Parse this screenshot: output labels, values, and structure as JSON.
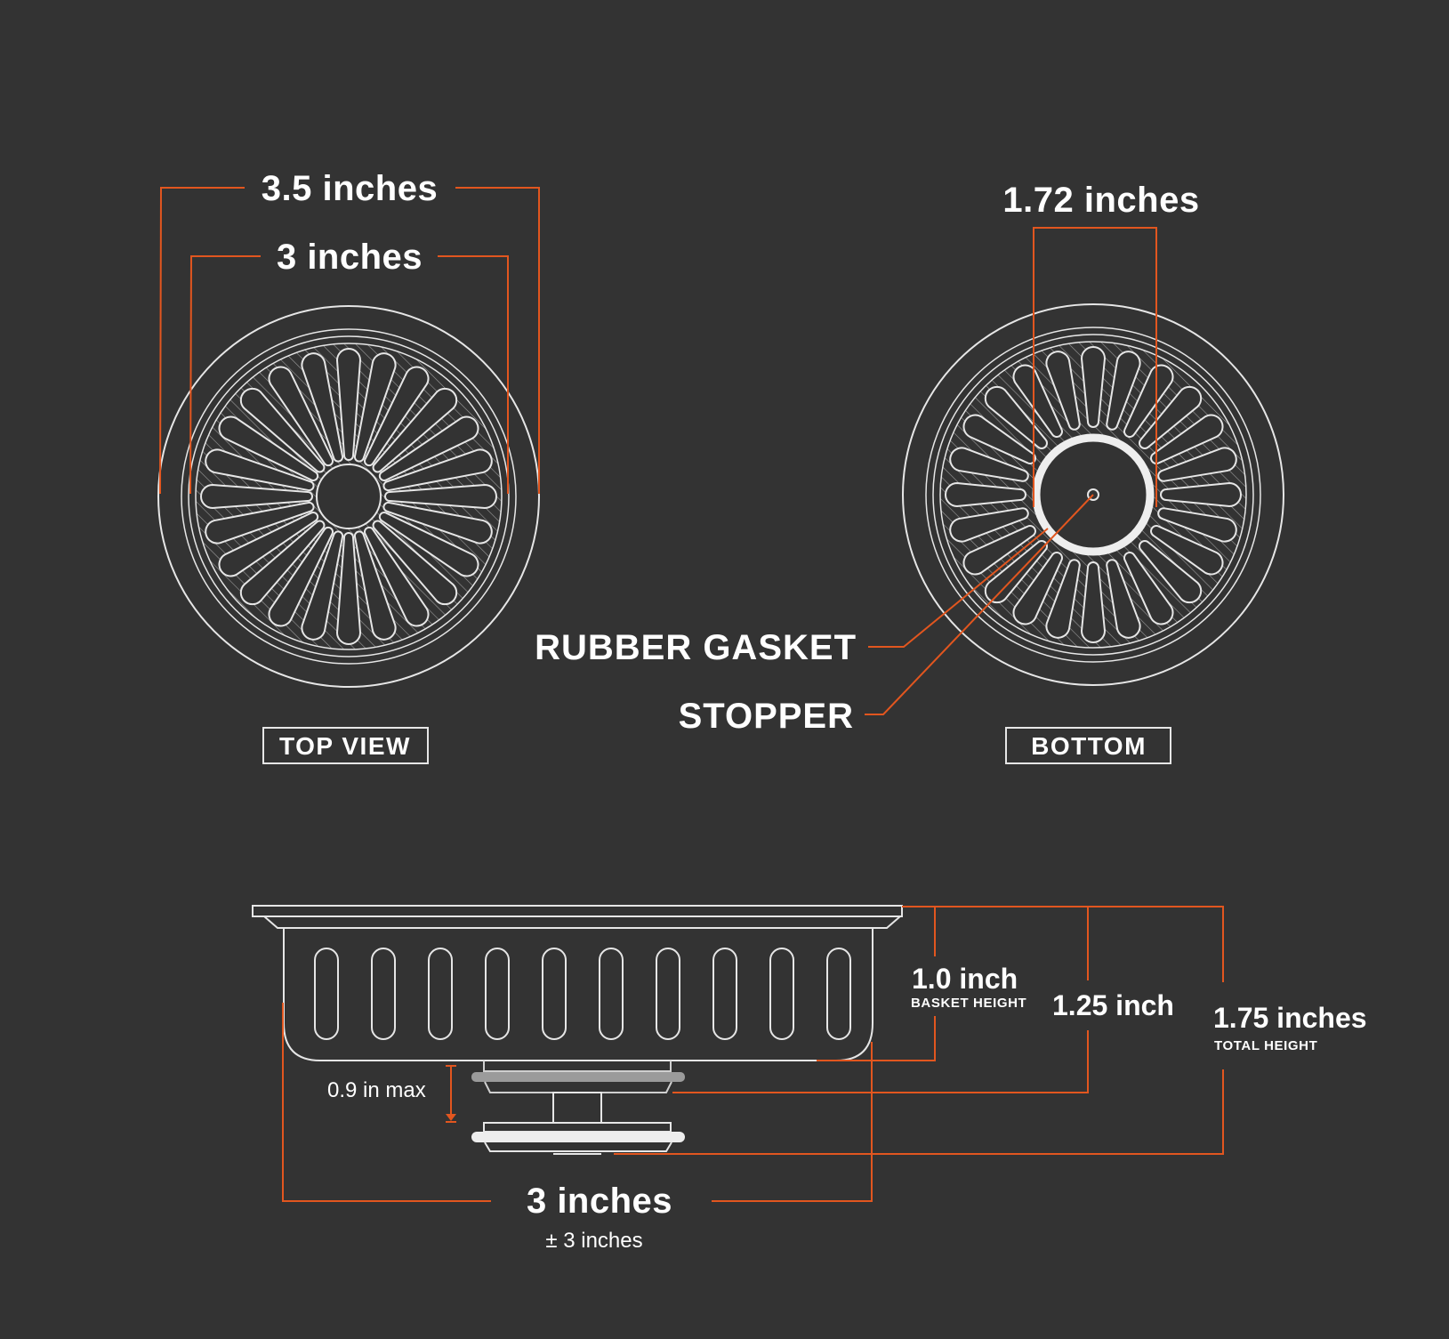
{
  "top_view": {
    "outer_dim_label": "3.5 inches",
    "inner_dim_label": "3 inches",
    "caption": "TOP VIEW"
  },
  "bottom_view": {
    "dim_label": "1.72 inches",
    "caption": "BOTTOM",
    "callouts": {
      "gasket": "RUBBER GASKET",
      "stopper": "STOPPER"
    }
  },
  "side_view": {
    "basket_height": "1.0 inch",
    "basket_height_caption": "BASKET HEIGHT",
    "mid_height": "1.25 inch",
    "total_height": "1.75 inches",
    "total_height_caption": "TOTAL HEIGHT",
    "travel_label": "0.9 in max",
    "width_label": "3 inches",
    "tolerance_label": "± 3 inches"
  },
  "colors": {
    "background": "#333333",
    "accent": "#e2561f",
    "line": "#e6e6e6"
  }
}
